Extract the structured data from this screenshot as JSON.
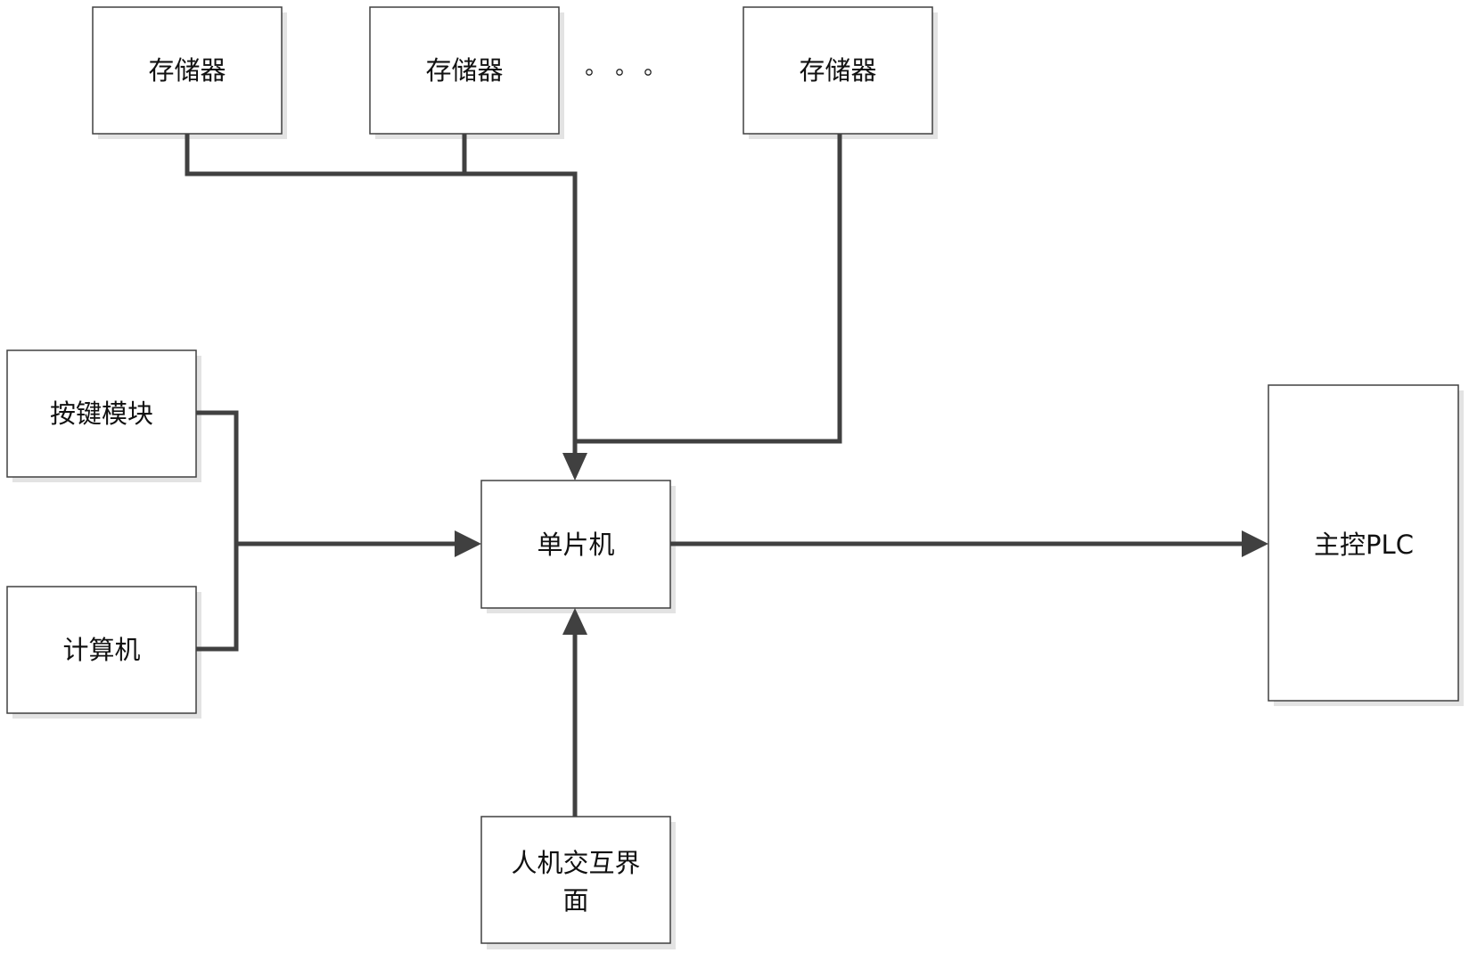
{
  "diagram": {
    "type": "block-diagram",
    "nodes": {
      "storage_1": {
        "label": "存储器"
      },
      "storage_2": {
        "label": "存储器"
      },
      "storage_n": {
        "label": "存储器"
      },
      "keypad": {
        "label": "按键模块"
      },
      "computer": {
        "label": "计算机"
      },
      "mcu": {
        "label": "单片机"
      },
      "plc": {
        "label": "主控PLC"
      },
      "hmi": {
        "label_line1": "人机交互界",
        "label_line2": "面"
      }
    },
    "ellipsis": "。。。",
    "edges": [
      {
        "from": [
          "storage_1",
          "storage_2",
          "storage_n"
        ],
        "to": "mcu",
        "arrow": "end"
      },
      {
        "from": [
          "keypad",
          "computer"
        ],
        "to": "mcu",
        "arrow": "end"
      },
      {
        "from": "hmi",
        "to": "mcu",
        "arrow": "end"
      },
      {
        "from": "mcu",
        "to": "plc",
        "arrow": "end"
      }
    ],
    "colors": {
      "line": "#404040",
      "box_border": "#404040",
      "shadow": "#e3e3e3",
      "text": "#111111",
      "background": "#ffffff"
    }
  }
}
